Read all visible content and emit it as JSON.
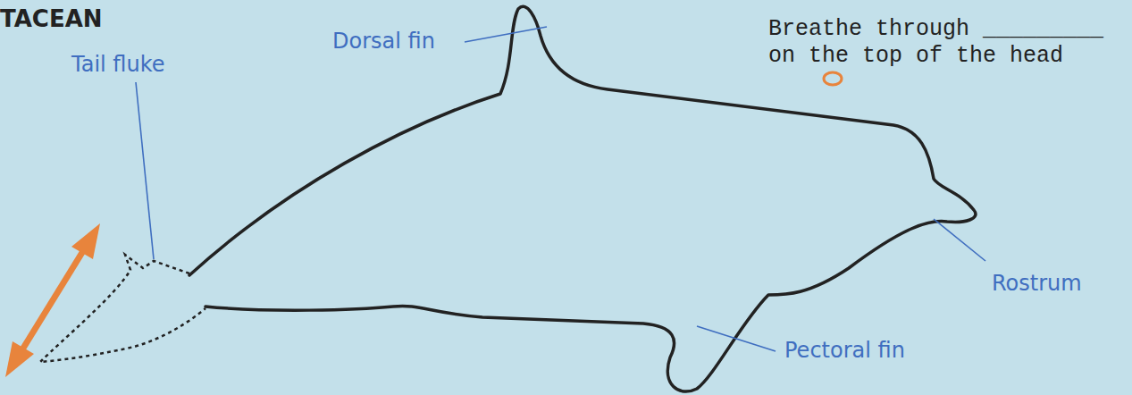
{
  "diagram": {
    "title": "TACEAN",
    "labels": [
      "Dorsal fin",
      "Breathe through _________ on the top of the head",
      "Tail fluke",
      "Rostrum",
      "Pectoral fin"
    ]
  }
}
